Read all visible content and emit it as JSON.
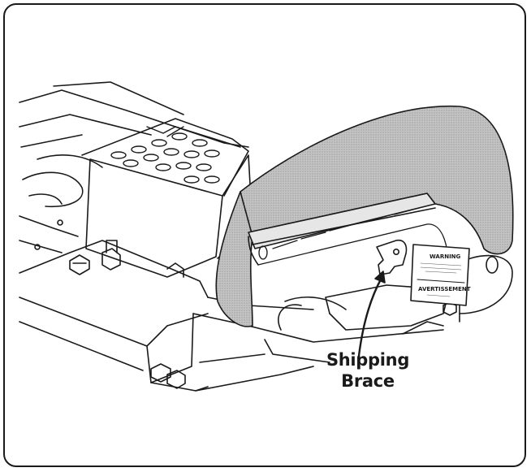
{
  "callout": {
    "line1": "Shipping",
    "line2": "Brace"
  },
  "sticker": {
    "title": "WARNING",
    "subtitle": "AVERTISSEMENT"
  },
  "colors": {
    "line": "#1a1a1a",
    "chute_fill": "#b8b8b8",
    "paper": "#ffffff"
  }
}
